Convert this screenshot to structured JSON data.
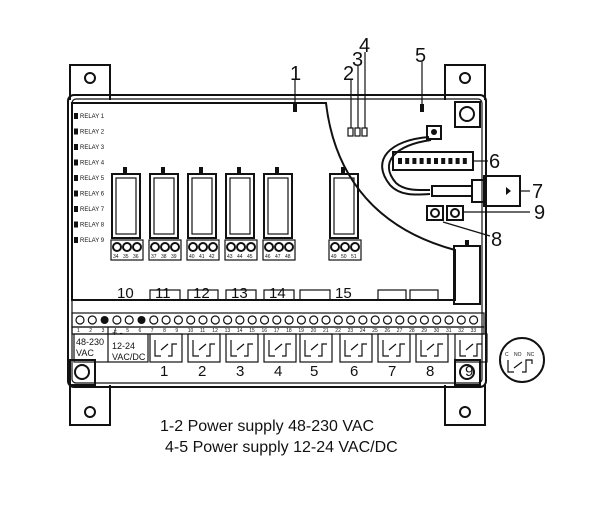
{
  "callouts": [
    "1",
    "2",
    "3",
    "4",
    "5",
    "6",
    "7",
    "8",
    "9"
  ],
  "relay_labels": [
    "RELAY 1",
    "RELAY 2",
    "RELAY 3",
    "RELAY 4",
    "RELAY 5",
    "RELAY 6",
    "RELAY 7",
    "RELAY 8",
    "RELAY 9"
  ],
  "upper_relays": [
    "10",
    "11",
    "12",
    "13",
    "14",
    "15"
  ],
  "upper_terminal_numbers": [
    "34",
    "35",
    "36",
    "37",
    "38",
    "39",
    "40",
    "41",
    "42",
    "43",
    "44",
    "45",
    "46",
    "47",
    "48",
    "49",
    "50",
    "51"
  ],
  "lower_terminal_numbers": [
    "1",
    "2",
    "3",
    "4",
    "5",
    "6",
    "7",
    "8",
    "9",
    "10",
    "11",
    "12",
    "13",
    "14",
    "15",
    "16",
    "17",
    "18",
    "19",
    "20",
    "21",
    "22",
    "23",
    "24",
    "25",
    "26",
    "27",
    "28",
    "29",
    "30",
    "31",
    "32",
    "33"
  ],
  "power_in": {
    "line_label": "48-230\nVAC",
    "line_label_1": "48-230",
    "line_label_2": "VAC",
    "low_label_1": "12-24",
    "low_label_2": "VAC/DC",
    "polarity": "+ -"
  },
  "lower_relays": [
    "1",
    "2",
    "3",
    "4",
    "5",
    "6",
    "7",
    "8",
    "9"
  ],
  "contact_symbol": {
    "c": "C",
    "no": "NO",
    "nc": "NC"
  },
  "captions": [
    "1-2 Power supply 48-230 VAC",
    "4-5 Power supply 12-24 VAC/DC"
  ]
}
